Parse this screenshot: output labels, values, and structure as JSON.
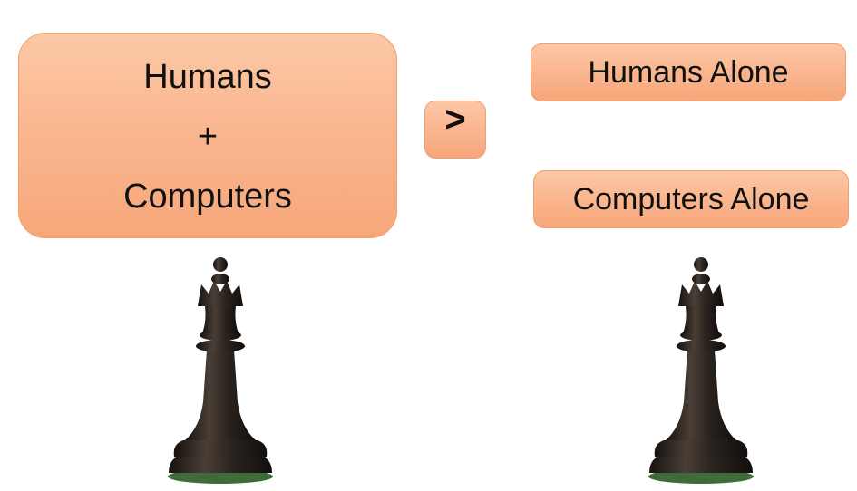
{
  "left_box": {
    "line1": "Humans",
    "line2": "+",
    "line3": "Computers"
  },
  "operator": ">",
  "right_boxes": {
    "top": "Humans Alone",
    "bottom": "Computers Alone"
  },
  "colors": {
    "box_fill_top": "#fcc8a6",
    "box_fill_bottom": "#f7a67a",
    "box_border": "#f0a070",
    "piece_dark": "#2b2521",
    "piece_base_felt": "#3f6b3a"
  },
  "icons": [
    "chess-queen-icon",
    "chess-queen-icon"
  ]
}
